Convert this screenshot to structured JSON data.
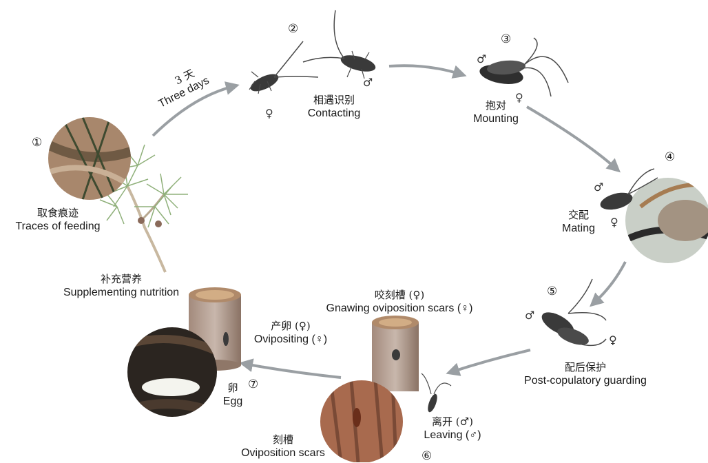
{
  "stages": [
    {
      "number": "①",
      "cn": "取食痕迹",
      "en": "Traces of feeding"
    },
    {
      "number": "②",
      "cn": "相遇识别",
      "en": "Contacting"
    },
    {
      "number": "③",
      "cn": "抱对",
      "en": "Mounting"
    },
    {
      "number": "④",
      "cn": "交配",
      "en": "Mating"
    },
    {
      "number": "⑤",
      "cn": "配后保护",
      "en": "Post-copulatory guarding"
    },
    {
      "number": "⑥",
      "cn": "离开 (♂)",
      "en": "Leaving (♂)"
    },
    {
      "number": "⑦",
      "cn": "卵",
      "en": "Egg"
    }
  ],
  "extra_labels": {
    "supplement": {
      "cn": "补充营养",
      "en": "Supplementing nutrition"
    },
    "ovipositing": {
      "cn": "产卵 (♀)",
      "en": "Ovipositing (♀)"
    },
    "gnawing": {
      "cn": "咬刻槽 (♀)",
      "en": "Gnawing oviposition scars (♀)"
    },
    "scars": {
      "cn": "刻槽",
      "en": "Oviposition scars"
    }
  },
  "interval": {
    "cn": "3 天",
    "en": "Three days"
  },
  "sex_symbols": {
    "female": "♀",
    "male": "♂"
  },
  "icons": [
    "pine-branch-icon",
    "beetle-icon",
    "log-icon",
    "egg-icon",
    "arrow-icon"
  ],
  "colors": {
    "arrow": "#9a9fa3",
    "beetle": "#3a3a3a",
    "bark": "#8a6a5a",
    "pine": "#7fa56a",
    "egg": "#f4f4ee"
  }
}
